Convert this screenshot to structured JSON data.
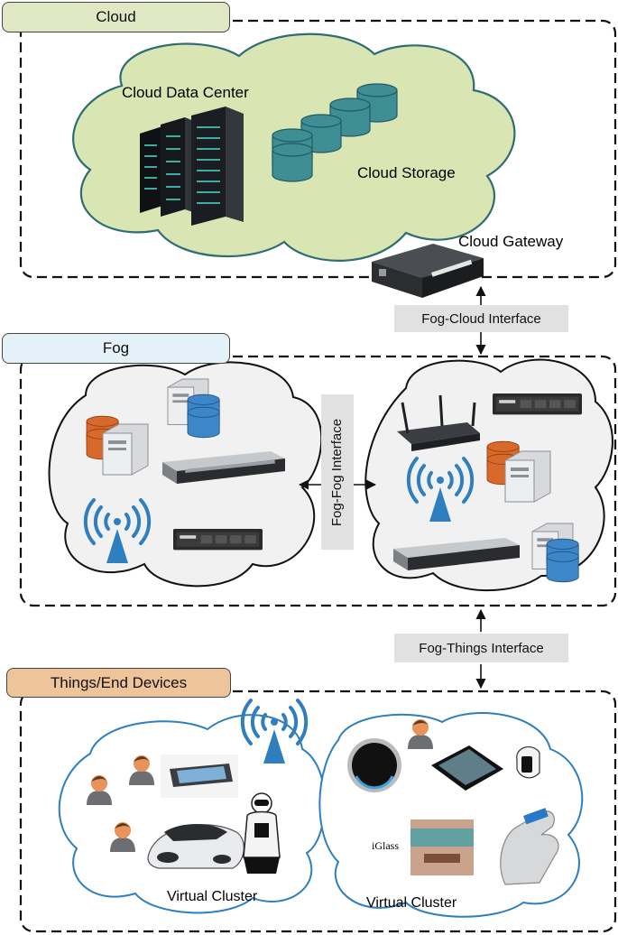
{
  "layers": {
    "cloud": {
      "title": "Cloud",
      "fill": "#dfe7c3"
    },
    "fog": {
      "title": "Fog",
      "fill": "#e4f1f9"
    },
    "things": {
      "title": "Things/End Devices",
      "fill": "#eec49a"
    }
  },
  "labels": {
    "cloud_data_center": "Cloud Data Center",
    "cloud_storage": "Cloud Storage",
    "cloud_gateway": "Cloud Gateway",
    "virtual_cluster_left": "Virtual Cluster",
    "virtual_cluster_right": "Virtual Cluster",
    "iglass": "iGlass"
  },
  "interfaces": {
    "fog_cloud": "Fog-Cloud Interface",
    "fog_fog": "Fog-Fog Interface",
    "fog_things": "Fog-Things Interface"
  },
  "colors": {
    "cloud_blob": "#d9e6b4",
    "storage": "#3f8e95",
    "fog_blob": "#f1f1f1",
    "fog_db_orange": "#d9692a",
    "fog_db_blue": "#3d86c8",
    "antenna": "#2f7fc0",
    "person": "#e8935a"
  },
  "icons": [
    "server-rack-icon",
    "database-icon",
    "gateway-icon",
    "router-icon",
    "wifi-antenna-icon",
    "person-icon",
    "smartphone-icon",
    "robot-icon",
    "car-icon",
    "thermostat-icon",
    "tablet-icon",
    "smartwatch-icon",
    "smart-glasses-icon",
    "smart-ring-hand-icon"
  ]
}
